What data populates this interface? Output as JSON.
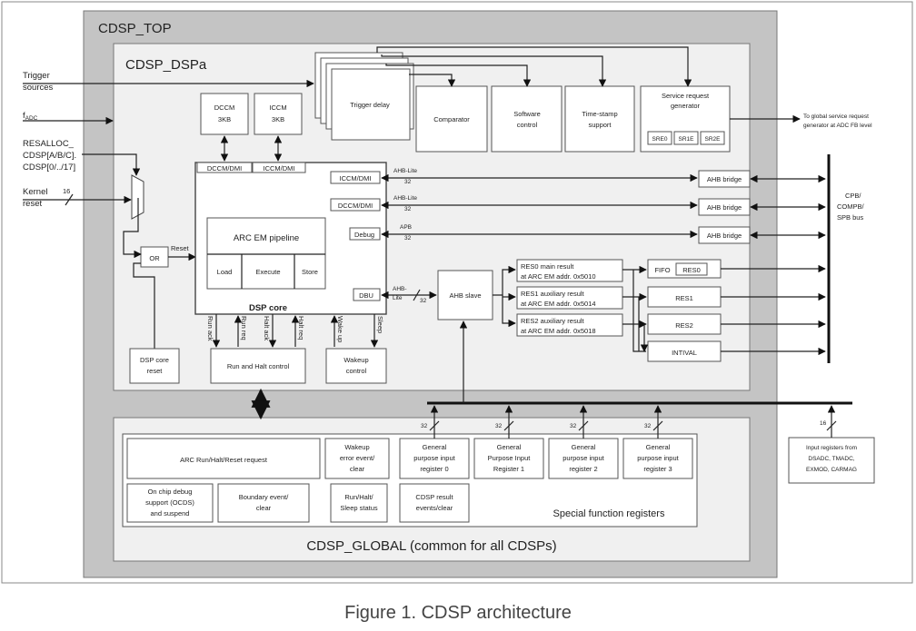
{
  "caption": "Figure 1. CDSP architecture",
  "top": {
    "title": "CDSP_TOP"
  },
  "dspa": {
    "title": "CDSP_DSPa"
  },
  "global": {
    "title": "CDSP_GLOBAL (common for all CDSPs)"
  },
  "inputs": {
    "trigger": [
      "Trigger",
      "sources"
    ],
    "fadc_main": "f",
    "fadc_sub": "ADC",
    "resalloc": [
      "RESALLOC_",
      "CDSP[A/B/C].",
      "CDSP[0/../17]"
    ],
    "kernel": [
      "Kernel",
      "reset"
    ],
    "kernel_width": "16"
  },
  "memory": {
    "dccm": [
      "DCCM",
      "3KB"
    ],
    "iccm": [
      "ICCM",
      "3KB"
    ]
  },
  "units": {
    "trigger_delay": "Trigger delay",
    "comparator": "Comparator",
    "software_control": [
      "Software",
      "control"
    ],
    "timestamp": [
      "Time-stamp",
      "support"
    ],
    "service_request": [
      "Service request",
      "generator"
    ],
    "sre": [
      "SRE0",
      "SR1E",
      "SR2E"
    ]
  },
  "service_output": [
    "To global service request",
    "generator at ADC FB level"
  ],
  "core": {
    "title": "DSP core",
    "dccm_dmi": "DCCM/DMI",
    "iccm_dmi": "ICCM/DMI",
    "port_iccm": "ICCM/DMI",
    "port_dccm": "DCCM/DMI",
    "port_debug": "Debug",
    "port_dbu": "DBU",
    "pipeline": "ARC EM pipeline",
    "stages": [
      "Load",
      "Execute",
      "Store"
    ],
    "signals": [
      "Run ack",
      "Run req",
      "Halt ack",
      "Halt req",
      "Wake up",
      "Sleep"
    ]
  },
  "buses": {
    "ahb_lite_1": "AHB-Lite",
    "ahb_lite_1_w": "32",
    "ahb_lite_2": "AHB-Lite",
    "ahb_lite_2_w": "32",
    "apb": "APB",
    "apb_w": "32",
    "ahb_lite_3": [
      "AHB-",
      "Lite"
    ],
    "ahb_lite_3_w": "32",
    "ahb_bridge": "AHB bridge",
    "cpb": [
      "CPB/",
      "COMPB/",
      "SPB bus"
    ]
  },
  "logic": {
    "or": "OR",
    "reset": "Reset",
    "dsp_core_reset": [
      "DSP core",
      "reset"
    ],
    "run_halt": "Run and Halt control",
    "wakeup": [
      "Wakeup",
      "control"
    ],
    "ahb_slave": "AHB slave"
  },
  "results": {
    "res0": [
      "RES0 main result",
      "at ARC EM addr. 0x5010"
    ],
    "res1": [
      "RES1 auxiliary result",
      "at ARC EM addr. 0x5014"
    ],
    "res2": [
      "RES2 auxiliary result",
      "at ARC EM addr. 0x5018"
    ],
    "fifo": "FIFO",
    "res0_reg": "RES0",
    "res1_reg": "RES1",
    "res2_reg": "RES2",
    "intival": "INTIVAL"
  },
  "sfr": {
    "title": "Special function registers",
    "arc_request": "ARC Run/Halt/Reset request",
    "wakeup_event": [
      "Wakeup",
      "error event/",
      "clear"
    ],
    "gp0": [
      "General",
      "purpose input",
      "register 0"
    ],
    "gp1": [
      "General",
      "Purpose Input",
      "Register 1"
    ],
    "gp2": [
      "General",
      "purpose input",
      "register 2"
    ],
    "gp3": [
      "General",
      "purpose input",
      "register 3"
    ],
    "ocds": [
      "On chip debug",
      "support (OCDS)",
      "and suspend"
    ],
    "boundary": [
      "Boundary event/",
      "clear"
    ],
    "run_halt_status": [
      "Run/Halt/",
      "Sleep status"
    ],
    "result_events": [
      "CDSP result",
      "events/clear"
    ],
    "bus_w": "32"
  },
  "input_registers": {
    "label": [
      "Input registers from",
      "DSADC, TMADC,",
      "EXMOD, CARMAG"
    ],
    "width": "16"
  }
}
